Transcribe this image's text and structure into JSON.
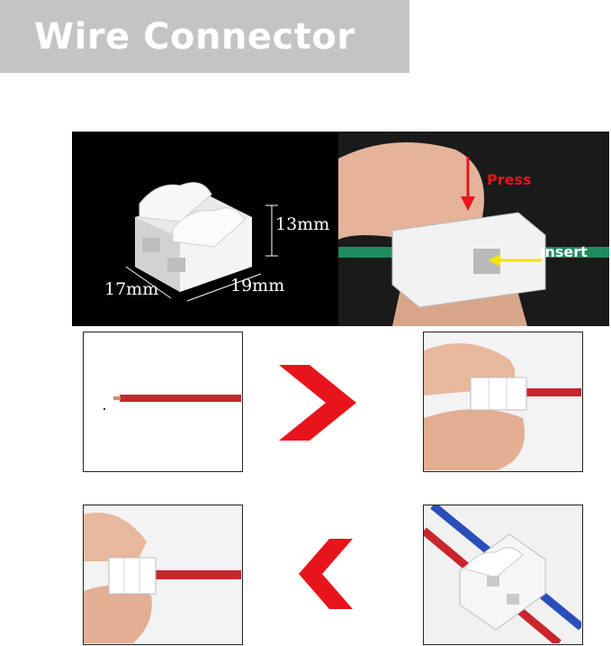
{
  "title": "Wire Connector",
  "dimensions": {
    "height": "13mm",
    "depth": "17mm",
    "width": "19mm"
  },
  "annotations": {
    "press": "Press",
    "insert": "insert"
  },
  "colors": {
    "banner_bg": "#c4c4c4",
    "arrow_red": "#e8141c",
    "wire_red": "#c8262c",
    "wire_blue": "#2a4fb8",
    "wire_green": "#1f8a5e",
    "insert_yellow": "#f2e20a"
  },
  "icons": {
    "step_arrow_right": "chevron-right-icon",
    "step_arrow_left": "chevron-left-icon"
  }
}
